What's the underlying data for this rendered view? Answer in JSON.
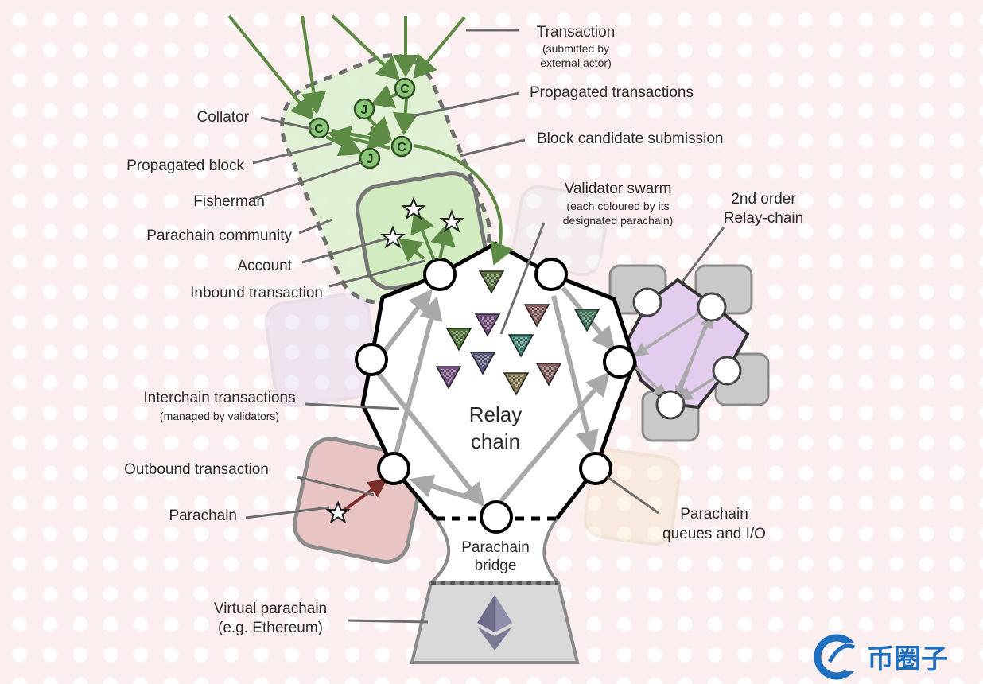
{
  "labels": {
    "transaction": "Transaction",
    "transaction_sub1": "(submitted by",
    "transaction_sub2": "external actor)",
    "propagated_transactions": "Propagated transactions",
    "block_candidate_submission": "Block candidate submission",
    "collator": "Collator",
    "propagated_block": "Propagated block",
    "fisherman": "Fisherman",
    "parachain_community": "Parachain community",
    "account": "Account",
    "inbound_transaction": "Inbound transaction",
    "validator_swarm": "Validator swarm",
    "validator_swarm_sub1": "(each coloured by its",
    "validator_swarm_sub2": "designated parachain)",
    "second_order_line1": "2nd order",
    "second_order_line2": "Relay-chain",
    "interchain_transactions": "Interchain transactions",
    "interchain_sub": "(managed by validators)",
    "relay_line1": "Relay",
    "relay_line2": "chain",
    "outbound_transaction": "Outbound transaction",
    "parachain": "Parachain",
    "parachain_bridge_line1": "Parachain",
    "parachain_bridge_line2": "bridge",
    "parachain_queues_line1": "Parachain",
    "parachain_queues_line2": "queues and I/O",
    "virtual_parachain_line1": "Virtual parachain",
    "virtual_parachain_line2": "(e.g. Ethereum)"
  },
  "node_glyphs": {
    "collator": "C",
    "fisherman": "J"
  },
  "watermark": {
    "text": "币圈子"
  },
  "colors": {
    "background": "#fbeeee",
    "community_fill": "#dcefcf",
    "collator_green": "#8cc77a",
    "arrow_green": "#5d8a44",
    "second_order_fill": "#e3cdee",
    "parachain_red_fill": "#e9c4c4",
    "relay_outline": "#000000",
    "watermark_blue": "#1e6fbf"
  },
  "validator_colors": [
    "#5a7a3a",
    "#4e7a2f",
    "#7a4e8a",
    "#8a5a5a",
    "#7a4e8a",
    "#3a8a7a",
    "#5a5a8a",
    "#8a7a4a",
    "#8a5a5a",
    "#3a7a5a",
    "#5a7a3a"
  ]
}
